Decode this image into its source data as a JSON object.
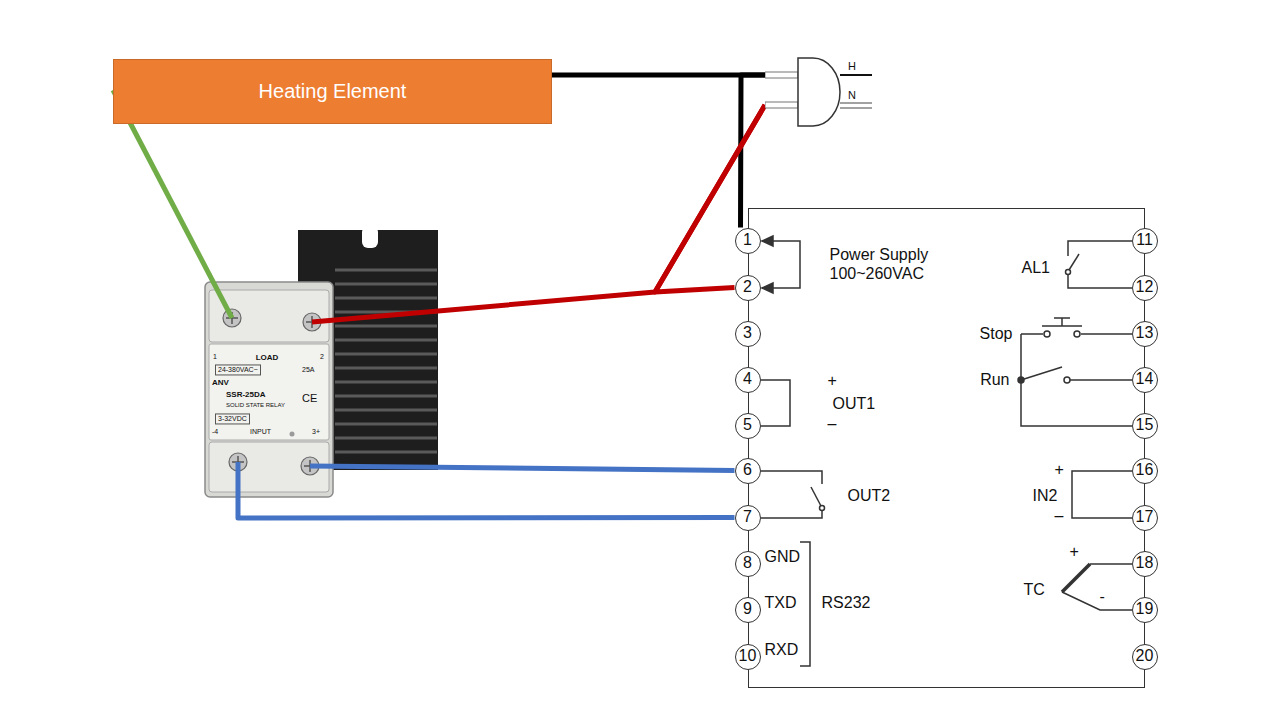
{
  "diagram": {
    "nodes": [
      {
        "text": [
          "Heating Element"
        ]
      },
      {
        "text": [
          "H",
          "N"
        ]
      },
      {
        "text": [
          "1",
          "LOAD",
          "2",
          "24-380VAC~",
          "25A",
          "ANV",
          "SSR-25DA",
          "SOLID STATE RELAY",
          "CE",
          "3-32VDC",
          "-4",
          "INPUT",
          "3+"
        ]
      },
      {
        "text": [
          "Power Supply 100~260VAC",
          "AL1",
          "Stop",
          "Run",
          "+",
          "OUT1",
          "–",
          "+",
          "IN2",
          "–",
          "OUT2",
          "TC",
          "+",
          "-",
          "GND",
          "TXD",
          "RXD",
          "RS232"
        ]
      },
      {
        "text": [
          "1"
        ],
        "in": 3
      },
      {
        "text": [
          "2"
        ],
        "in": 3
      },
      {
        "text": [
          "3"
        ],
        "in": 3
      },
      {
        "text": [
          "4"
        ],
        "in": 3
      },
      {
        "text": [
          "5"
        ],
        "in": 3
      },
      {
        "text": [
          "6"
        ],
        "in": 3
      },
      {
        "text": [
          "7"
        ],
        "in": 3
      },
      {
        "text": [
          "8"
        ],
        "in": 3
      },
      {
        "text": [
          "9"
        ],
        "in": 3
      },
      {
        "text": [
          "10"
        ],
        "in": 3
      },
      {
        "text": [
          "11"
        ],
        "in": 3
      },
      {
        "text": [
          "12"
        ],
        "in": 3
      },
      {
        "text": [
          "13"
        ],
        "in": 3
      },
      {
        "text": [
          "14"
        ],
        "in": 3
      },
      {
        "text": [
          "15"
        ],
        "in": 3
      },
      {
        "text": [
          "16"
        ],
        "in": 3
      },
      {
        "text": [
          "17"
        ],
        "in": 3
      },
      {
        "text": [
          "18"
        ],
        "in": 3
      },
      {
        "text": [
          "19"
        ],
        "in": 3
      },
      {
        "text": [
          "20"
        ],
        "in": 3
      }
    ],
    "edges": [
      {
        "from": 1,
        "to": 0,
        "arrow": "none"
      },
      {
        "from": 1,
        "to": 4,
        "arrow": "none"
      },
      {
        "from": 1,
        "to": 2,
        "arrow": "none"
      },
      {
        "from": 1,
        "to": 5,
        "arrow": "none"
      },
      {
        "from": 0,
        "to": 2,
        "arrow": "none"
      },
      {
        "from": 2,
        "to": 9,
        "arrow": "none"
      },
      {
        "from": 2,
        "to": 10,
        "arrow": "none"
      }
    ]
  }
}
